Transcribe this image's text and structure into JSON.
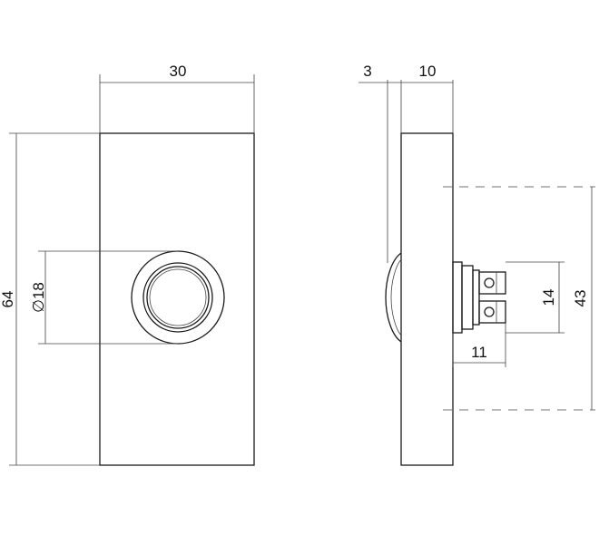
{
  "front_view": {
    "width_label": "30",
    "height_label": "64",
    "button_diameter_label": "∅18"
  },
  "side_view": {
    "bezel_depth_label": "3",
    "plate_depth_label": "10",
    "terminal_length_label": "11",
    "terminal_height_label": "14",
    "mount_spacing_label": "43"
  }
}
